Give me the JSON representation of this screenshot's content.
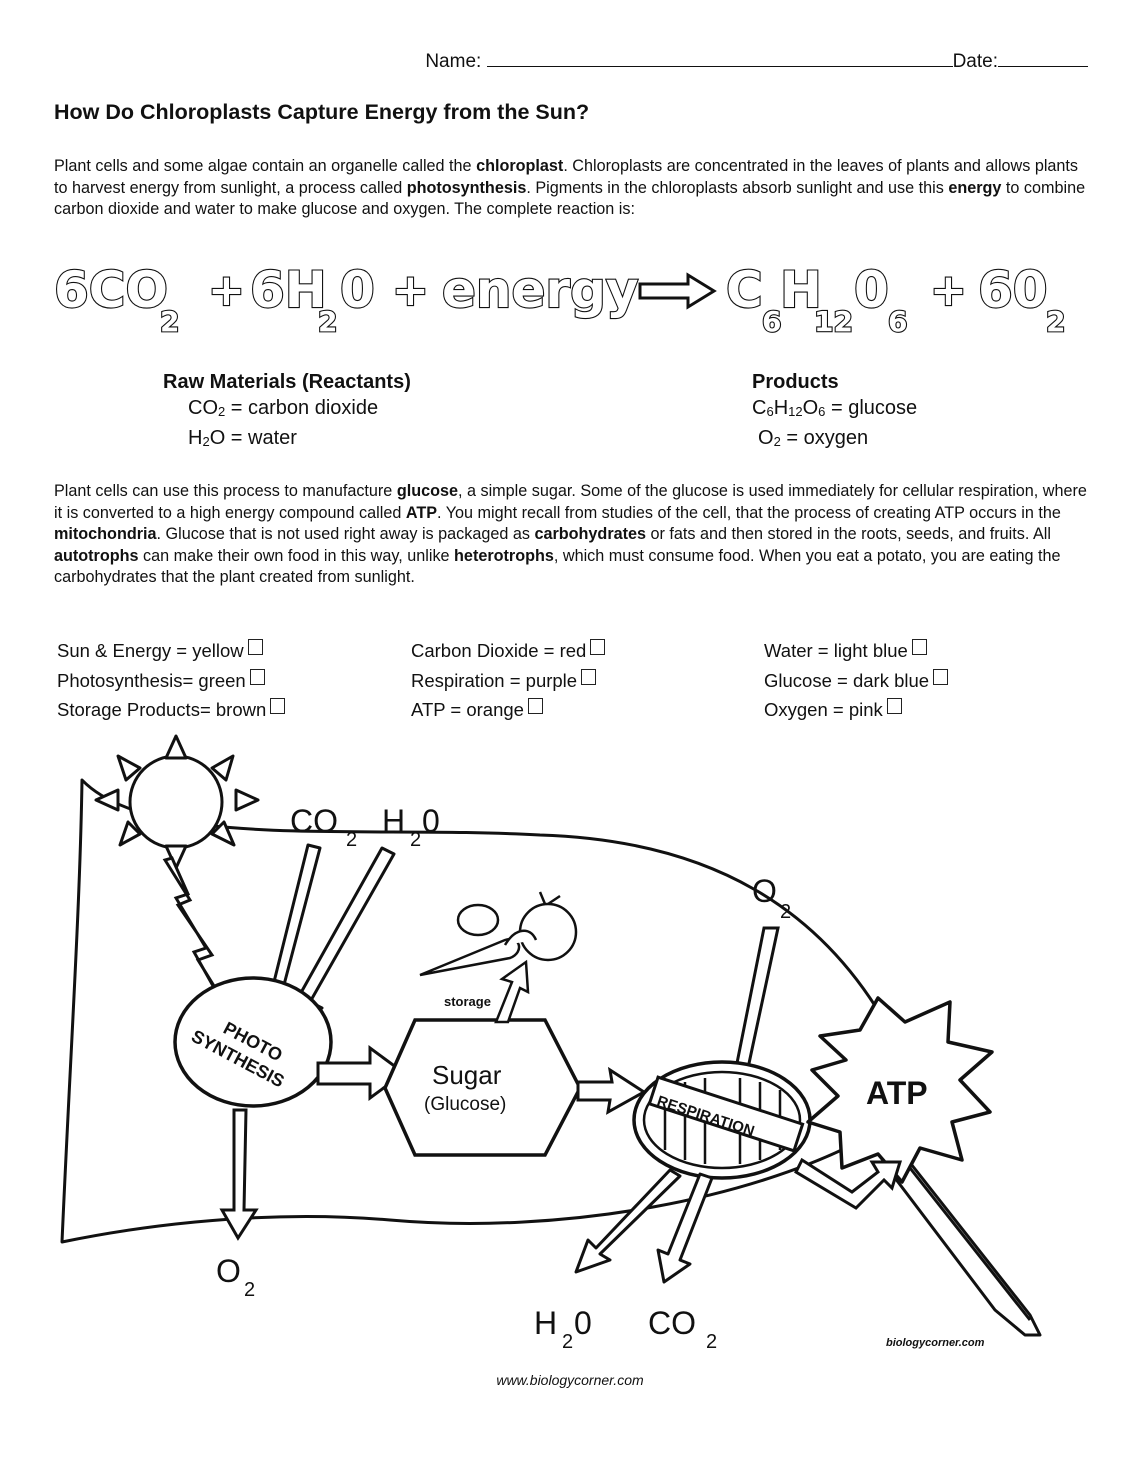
{
  "header": {
    "name_label": "Name:",
    "date_label": "Date:"
  },
  "title": "How Do Chloroplasts Capture Energy from the Sun?",
  "intro": {
    "t1": "Plant cells and some algae contain an organelle called the ",
    "b1": "chloroplast",
    "t2": ". Chloroplasts are concentrated in the leaves of plants and allows plants to harvest energy from sunlight, a process called ",
    "b2": "photosynthesis",
    "t3": ". Pigments in the chloroplasts absorb sunlight and use this ",
    "b3": "energy",
    "t4": " to combine carbon dioxide and water to make glucose and oxygen. The complete reaction is:"
  },
  "equation": {
    "co2": "6CO",
    "co2_sub": "2",
    "plus1": "+",
    "h2o_a": "6H",
    "h2o_sub": "2",
    "h2o_b": "0",
    "plus2": "+",
    "energy": "energy",
    "glucose_c": "C",
    "glucose_c_sub": "6",
    "glucose_h": "H",
    "glucose_h_sub": "12",
    "glucose_o": "0",
    "glucose_o_sub": "6",
    "plus3": "+",
    "o2": "60",
    "o2_sub": "2"
  },
  "reactants": {
    "heading": "Raw Materials (Reactants)",
    "co2_a": "CO",
    "co2_sub": "2",
    "co2_b": " = carbon dioxide",
    "h2o_a": "H",
    "h2o_sub": "2",
    "h2o_b": "O = water"
  },
  "products": {
    "heading": "Products",
    "g_c": "C",
    "g_c_sub": "6",
    "g_h": "H",
    "g_h_sub": "12",
    "g_o": "O",
    "g_o_sub": "6",
    "g_rest": " = glucose",
    "o2_a": "O",
    "o2_sub": "2",
    "o2_b": " = oxygen"
  },
  "para2": {
    "t1": "Plant cells can use this process to manufacture ",
    "b1": "glucose",
    "t2": ", a simple sugar. Some of the glucose is used immediately for cellular respiration, where it is converted to a high energy compound called ",
    "b2": "ATP",
    "t3": ". You might recall from studies of the cell, that the process of creating ATP occurs in the ",
    "b3": "mitochondria",
    "t4": ". Glucose that is not used right away is packaged as ",
    "b4": "carbohydrates",
    "t5": " or fats and then stored in the roots, seeds, and fruits.  All ",
    "b5": "autotrophs",
    "t6": " can make their own food in this way, unlike ",
    "b6": "heterotrophs",
    "t7": ", which must consume food. When you eat a potato, you are eating the carbohydrates that the plant created from sunlight."
  },
  "legend": {
    "col1": [
      "Sun & Energy = yellow",
      "Photosynthesis= green",
      "Storage Products= brown"
    ],
    "col2": [
      "Carbon Dioxide = red",
      "Respiration = purple",
      "ATP = orange"
    ],
    "col3": [
      "Water = light blue",
      "Glucose = dark blue",
      "Oxygen = pink"
    ]
  },
  "diagram": {
    "co2_in": "CO",
    "co2_in_sub": "2",
    "h2o_in": "H",
    "h2o_in_sub": "2",
    "h2o_in_b": "0",
    "o2_top": "O",
    "o2_top_sub": "2",
    "photo_line1": "PHOTO",
    "photo_line2": "SYNTHESIS",
    "sugar": "Sugar",
    "glucose": "(Glucose)",
    "storage": "storage",
    "respiration": "RESPIRATION",
    "atp": "ATP",
    "o2_out": "O",
    "o2_out_sub": "2",
    "h2o_out": "H",
    "h2o_out_sub": "2",
    "h2o_out_b": "0",
    "co2_out": "CO",
    "co2_out_sub": "2",
    "credit": "biologycorner.com"
  },
  "footer": "www.biologycorner.com"
}
